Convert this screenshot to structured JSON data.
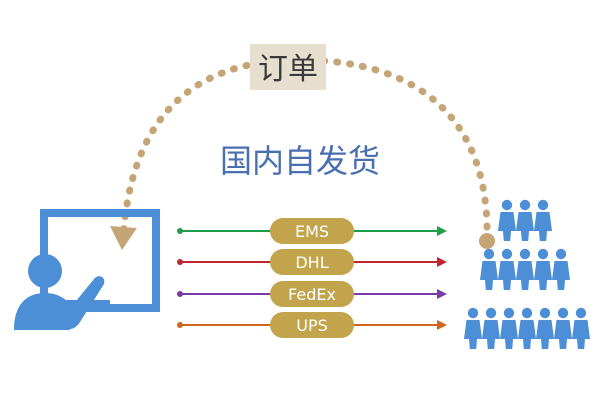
{
  "order_label": "订单",
  "title": "国内自发货",
  "carriers": [
    {
      "label": "EMS",
      "color": "#1e9e4a"
    },
    {
      "label": "DHL",
      "color": "#c0262e"
    },
    {
      "label": "FedEx",
      "color": "#7b3aa8"
    },
    {
      "label": "UPS",
      "color": "#d0651e"
    }
  ],
  "colors": {
    "arc": "#c4a576",
    "label_bg": "#e6dfcf",
    "pill": "#c2a44c",
    "presenter": "#4d8fd6",
    "people": "#4d8fd6",
    "title": "#4a6fb0"
  },
  "icons": {
    "sender": "presenter-at-board-icon",
    "receivers": "crowd-pyramid-icon"
  }
}
